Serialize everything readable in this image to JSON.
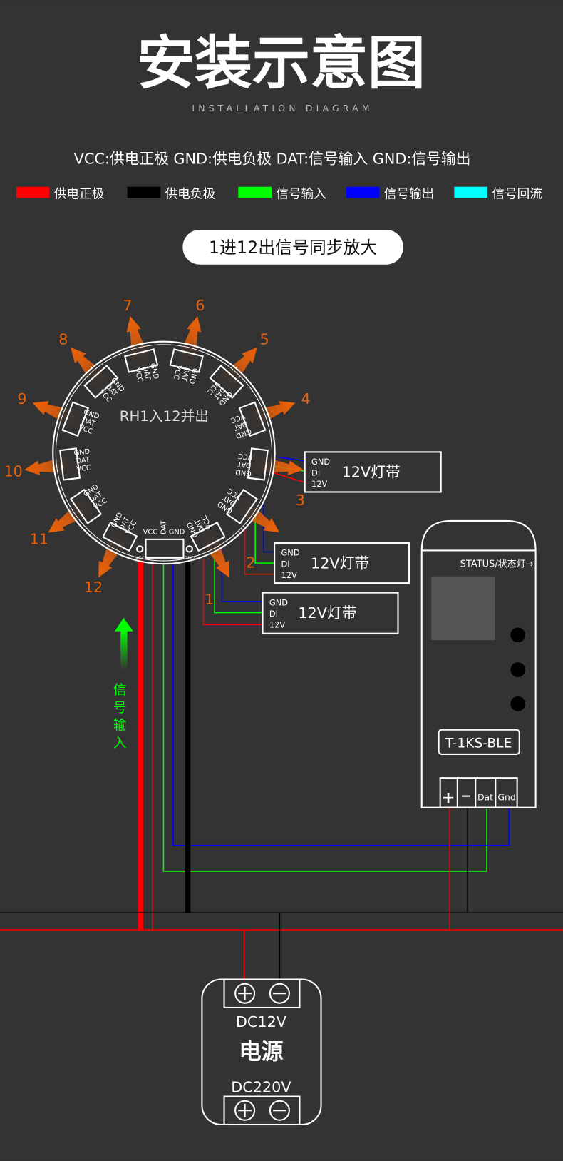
{
  "header": {
    "title": "安装示意图",
    "subtitle": "INSTALLATION DIAGRAM",
    "pin_legend": "VCC:供电正极  GND:供电负极  DAT:信号输入  GND:信号输出"
  },
  "color_legend": [
    {
      "label": "供电正极",
      "color": "#ff0000"
    },
    {
      "label": "供电负极",
      "color": "#000000"
    },
    {
      "label": "信号输入",
      "color": "#00ff00"
    },
    {
      "label": "信号输出",
      "color": "#0000ff"
    },
    {
      "label": "信号回流",
      "color": "#00ffff"
    }
  ],
  "badge": "1进12出信号同步放大",
  "hub": {
    "label": "RH1入12并出",
    "pins": [
      "VCC",
      "DAT",
      "GND"
    ],
    "input_pins": [
      "VCC",
      "DAT",
      "GND"
    ],
    "pad_left": "VCC",
    "pad_right": "GND",
    "outputs": [
      "1",
      "2",
      "3",
      "4",
      "5",
      "6",
      "7",
      "8",
      "9",
      "10",
      "11",
      "12"
    ]
  },
  "strips": [
    {
      "pins": [
        "GND",
        "DI",
        "12V"
      ],
      "label": "12V灯带"
    },
    {
      "pins": [
        "GND",
        "DI",
        "12V"
      ],
      "label": "12V灯带"
    },
    {
      "pins": [
        "GND",
        "DI",
        "12V"
      ],
      "label": "12V灯带"
    }
  ],
  "signal_input": [
    "信",
    "号",
    "输",
    "入"
  ],
  "controller": {
    "status": "STATUS/状态灯→",
    "model": "T-1KS-BLE",
    "terminals": [
      "+",
      "−",
      "Dat",
      "Gnd"
    ]
  },
  "psu": {
    "out_voltage": "DC12V",
    "label": "电源",
    "in_voltage": "DC220V"
  },
  "colors": {
    "background": "#333333",
    "arrow": "#e8600a",
    "red": "#ff0000",
    "green": "#00ff00",
    "blue": "#0000ff"
  }
}
